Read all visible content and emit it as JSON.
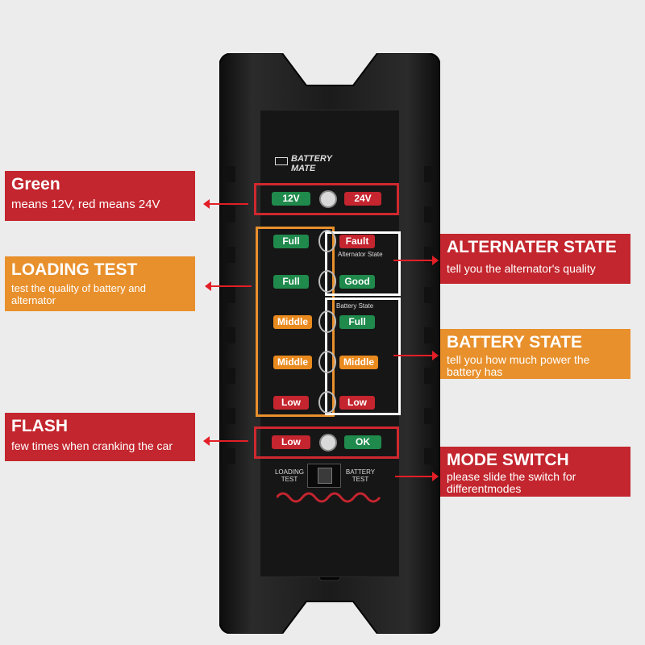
{
  "device": {
    "logo_line1": "BATTERY",
    "logo_line2": "MATE",
    "voltage_leds": [
      {
        "label": "12V",
        "color": "green"
      },
      {
        "label": "24V",
        "color": "red"
      }
    ],
    "left_leds": [
      {
        "label": "Full",
        "color": "green"
      },
      {
        "label": "Full",
        "color": "green"
      },
      {
        "label": "Middle",
        "color": "orange"
      },
      {
        "label": "Middle",
        "color": "orange"
      },
      {
        "label": "Low",
        "color": "red"
      }
    ],
    "right_leds": [
      {
        "label": "Fault",
        "color": "red"
      },
      {
        "label": "Good",
        "color": "green"
      },
      {
        "label": "Full",
        "color": "green"
      },
      {
        "label": "Middle",
        "color": "orange"
      },
      {
        "label": "Low",
        "color": "red"
      }
    ],
    "alternator_state_label": "Alternator State",
    "battery_state_label": "Battery State",
    "flash_leds": [
      {
        "label": "Low",
        "color": "red"
      },
      {
        "label": "OK",
        "color": "green"
      }
    ],
    "switch_left_label": "LOADING TEST",
    "switch_right_label": "BATTERY TEST"
  },
  "callouts": {
    "voltage": {
      "title": "Green",
      "subtitle": "means 12V, red means 24V"
    },
    "loading_test": {
      "title": "LOADING TEST",
      "subtitle": "test the quality of  battery and alternator"
    },
    "flash": {
      "title": "FLASH",
      "subtitle": "few times when cranking the car"
    },
    "alternator_state": {
      "title": "ALTERNATER STATE",
      "subtitle": "tell you the alternator's quality"
    },
    "battery_state": {
      "title": "BATTERY STATE",
      "subtitle": "tell you how much power the battery has"
    },
    "mode_switch": {
      "title": "MODE SWITCH",
      "subtitle": "please slide the  switch for differentmodes"
    }
  },
  "colors": {
    "callout_red": "#c3262e",
    "callout_orange": "#e8902c",
    "led_green": "#1f8a4c",
    "led_red": "#c4252f",
    "led_orange": "#e98a1e",
    "arrow_red": "#e31e26"
  }
}
